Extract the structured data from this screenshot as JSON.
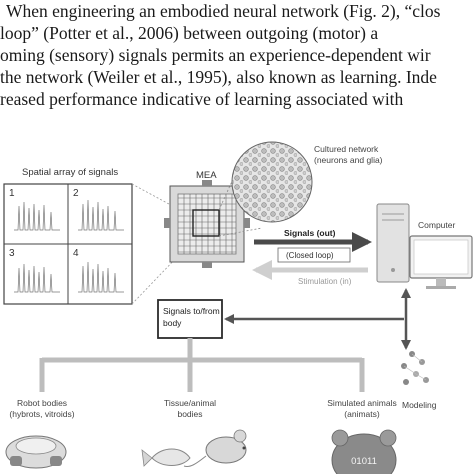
{
  "text_lines": [
    "When engineering an embodied neural network (Fig. 2), “clos",
    " loop” (Potter et al., 2006) between outgoing (motor) a",
    "oming (sensory) signals permits an experience-dependent wir",
    "the network (Weiler et al., 1995), also known as learning. Inde",
    "reased performance indicative of learning associated with"
  ],
  "figure": {
    "spatial_array_label": "Spatial array of signals",
    "electrode_numbers": [
      "1",
      "2",
      "3",
      "4"
    ],
    "mea_label": "MEA",
    "cultured_network_label": [
      "Cultured network",
      "(neurons and glia)"
    ],
    "computer_label": "Computer",
    "signals_out_label": "Signals (out)",
    "closed_loop_label": "(Closed loop)",
    "stimulation_label": "Stimulation (in)",
    "signals_body_label": [
      "Signals to/from",
      "body"
    ],
    "robot_label": [
      "Robot bodies",
      "(hybrots, vitroids)"
    ],
    "tissue_label": [
      "Tissue/animal",
      "bodies"
    ],
    "simulated_label": [
      "Simulated animals",
      "(animats)"
    ],
    "modeling_label": "Modeling",
    "binary_label": "01011"
  },
  "colors": {
    "dark_arrow": "#4a4a4a",
    "light_arrow": "#cfcfcf",
    "bus": "#bdbdbd",
    "box_border": "#2b2b2b"
  }
}
